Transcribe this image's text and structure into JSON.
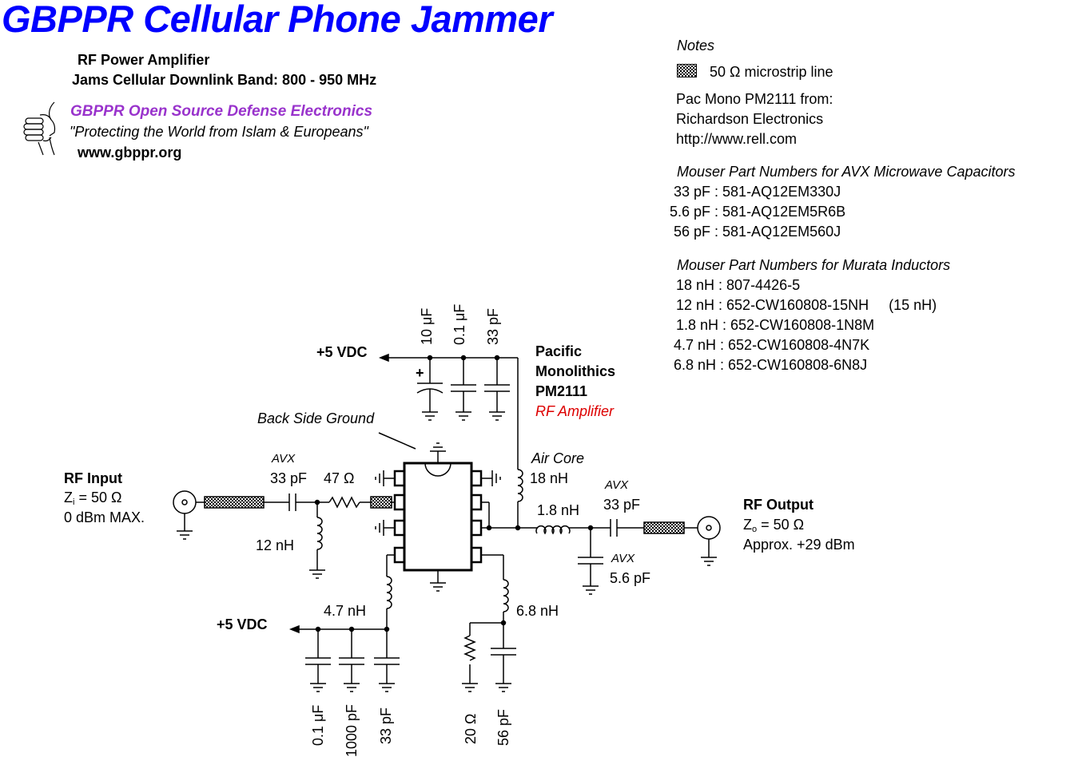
{
  "title": "GBPPR Cellular Phone Jammer",
  "header": {
    "line1": "RF Power Amplifier",
    "line2": "Jams Cellular Downlink Band: 800 - 950 MHz",
    "org": "GBPPR Open Source Defense Electronics",
    "slogan": "\"Protecting the World from Islam & Europeans\"",
    "website": "www.gbppr.org"
  },
  "notes": {
    "heading": "Notes",
    "microstrip": "50 Ω microstrip line",
    "supplier_1": "Pac Mono PM2111 from:",
    "supplier_2": "Richardson Electronics",
    "supplier_3": "http://www.rell.com",
    "avx_heading": "Mouser Part Numbers for AVX Microwave Capacitors",
    "avx_parts": [
      " 33 pF : 581-AQ12EM330J",
      "5.6 pF : 581-AQ12EM5R6B",
      " 56 pF : 581-AQ12EM560J"
    ],
    "murata_heading": "Mouser Part Numbers for Murata Inductors",
    "murata_parts": [
      "18 nH : 807-4426-5",
      "12 nH : 652-CW160808-15NH     (15 nH)",
      "1.8 nH : 652-CW160808-1N8M",
      " 4.7 nH : 652-CW160808-4N7K",
      " 6.8 nH : 652-CW160808-6N8J"
    ]
  },
  "schematic": {
    "supply_top": "+5 VDC",
    "supply_bottom": "+5 VDC",
    "top_caps": [
      "10 μF",
      "0.1 μF",
      "33 pF"
    ],
    "plus_sign": "+",
    "chip_l1": "Pacific",
    "chip_l2": "Monolithics",
    "chip_l3": "PM2111",
    "chip_l4": "RF Amplifier",
    "back_ground": "Back Side Ground",
    "rf_input": "RF Input",
    "zi_pre": "Z",
    "zi_sub": "i",
    "zi_post": " = 50 Ω",
    "input_power": "0 dBm MAX.",
    "avx": "AVX",
    "cap_in": "33 pF",
    "res_in": "47 Ω",
    "ind_12": "12 nH",
    "air_core": "Air Core",
    "ind_18": "18 nH",
    "ind_18b": "1.8 nH",
    "cap_out": "33 pF",
    "cap_shunt": "5.6 pF",
    "rf_output": "RF Output",
    "zo_pre": "Z",
    "zo_sub": "o",
    "zo_post": " = 50 Ω",
    "output_power": "Approx. +29 dBm",
    "ind_47": "4.7 nH",
    "ind_68": "6.8 nH",
    "bottom_caps": [
      "0.1 μF",
      "1000 pF",
      "33 pF"
    ],
    "res_20": "20 Ω",
    "cap_56": "56 pF"
  },
  "colors": {
    "title": "#0000ff",
    "org": "#9933cc",
    "rf_amp": "#dd0000"
  }
}
